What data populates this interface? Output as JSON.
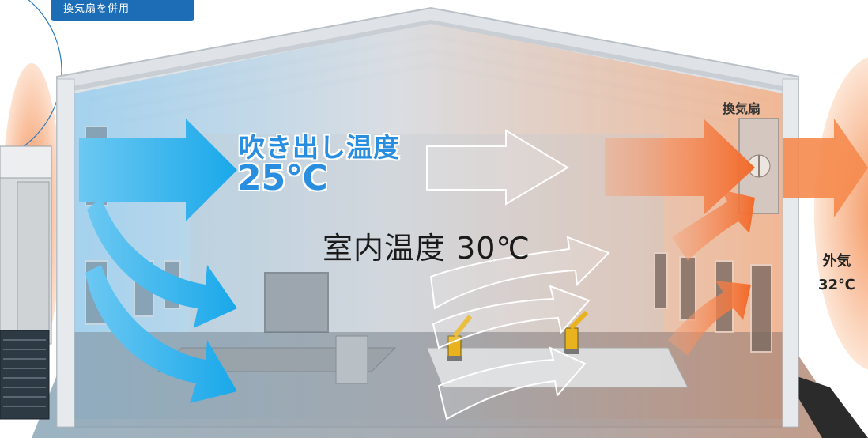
{
  "header": {
    "tag_text": "換気扇を併用"
  },
  "labels": {
    "supply_air_label": "吹き出し温度",
    "supply_air_temp": "25℃",
    "indoor_temp": "室内温度 30℃",
    "exhaust_fan": "換気扇",
    "outside_air_label": "外気",
    "outside_air_temp": "32℃"
  },
  "colors": {
    "cool_blue": "#2aa6ec",
    "warm_orange": "#f27a3c",
    "tag_blue": "#1c6db5"
  },
  "icons": [
    "cold-air-arrow",
    "warm-air-arrow",
    "exhaust-fan-icon",
    "robot-arm-icon",
    "air-conditioner-unit"
  ]
}
